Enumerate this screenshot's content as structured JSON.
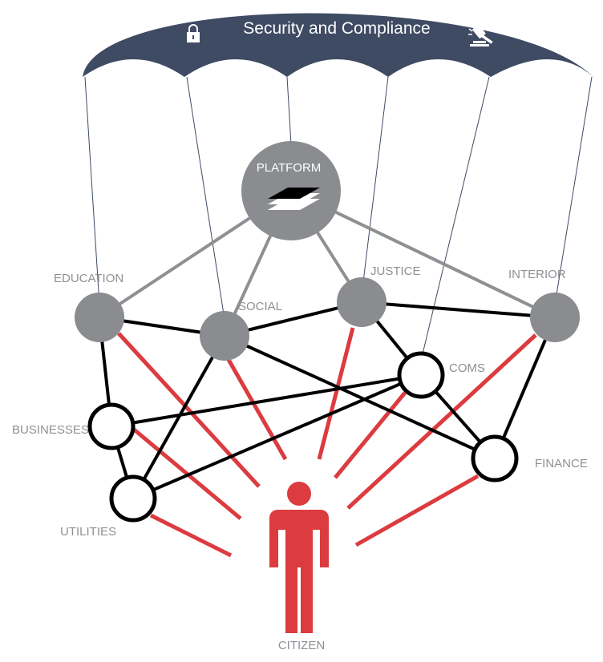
{
  "header": {
    "title": "Security and Compliance",
    "left_icon": "padlock-icon",
    "right_icon": "gavel-icon",
    "colors": {
      "canopy": "#3f4b63",
      "text": "#ffffff"
    }
  },
  "platform": {
    "label": "PLATFORM",
    "icon": "layers-icon"
  },
  "nodes": {
    "education": "EDUCATION",
    "social": "SOCIAL",
    "justice": "JUSTICE",
    "interior": "INTERIOR",
    "coms": "COMS",
    "finance": "FINANCE",
    "businesses": "BUSINESSES",
    "utilities": "UTILITIES"
  },
  "citizen": {
    "label": "CITIZEN",
    "icon": "person-icon"
  },
  "colors": {
    "gray_node": "#8a8c8f",
    "label": "#8d9095",
    "gray_link": "#8e9092",
    "black_link": "#000000",
    "red_link": "#dc3b3f",
    "string": "#3f4b63"
  }
}
